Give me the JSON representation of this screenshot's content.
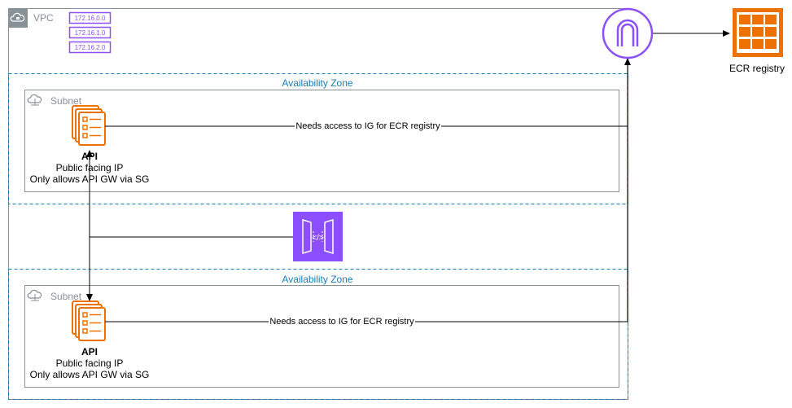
{
  "vpc": {
    "label": "VPC",
    "cidrs": [
      "172.16.0.0",
      "172.16.1.0",
      "172.16.2.0"
    ]
  },
  "zones": [
    {
      "label": "Availability Zone",
      "subnet_label": "Subnet",
      "api": {
        "title": "API",
        "line1": "Public facing IP",
        "line2": "Only allows API GW via SG"
      },
      "edge_label": "Needs access to IG for ECR registry"
    },
    {
      "label": "Availability Zone",
      "subnet_label": "Subnet",
      "api": {
        "title": "API",
        "line1": "Public facing IP",
        "line2": "Only allows API GW via SG"
      },
      "edge_label": "Needs access to IG for ECR registry"
    }
  ],
  "ecr": {
    "label": "ECR registry"
  },
  "colors": {
    "vpc_border": "#879196",
    "zone_border": "#147eba",
    "cidr_purple": "#8c4fff",
    "orange": "#ed7100",
    "gateway_purple": "#8c4fff",
    "apigw_purple": "#8c4fff",
    "edge": "#000000"
  },
  "icons": {
    "vpc": "cloud-lock-icon",
    "subnet": "cloud-network-icon",
    "api": "task-list-stack-icon",
    "gateway": "internet-gateway-icon",
    "api_gateway": "api-gateway-icon",
    "ecr": "container-registry-icon"
  }
}
